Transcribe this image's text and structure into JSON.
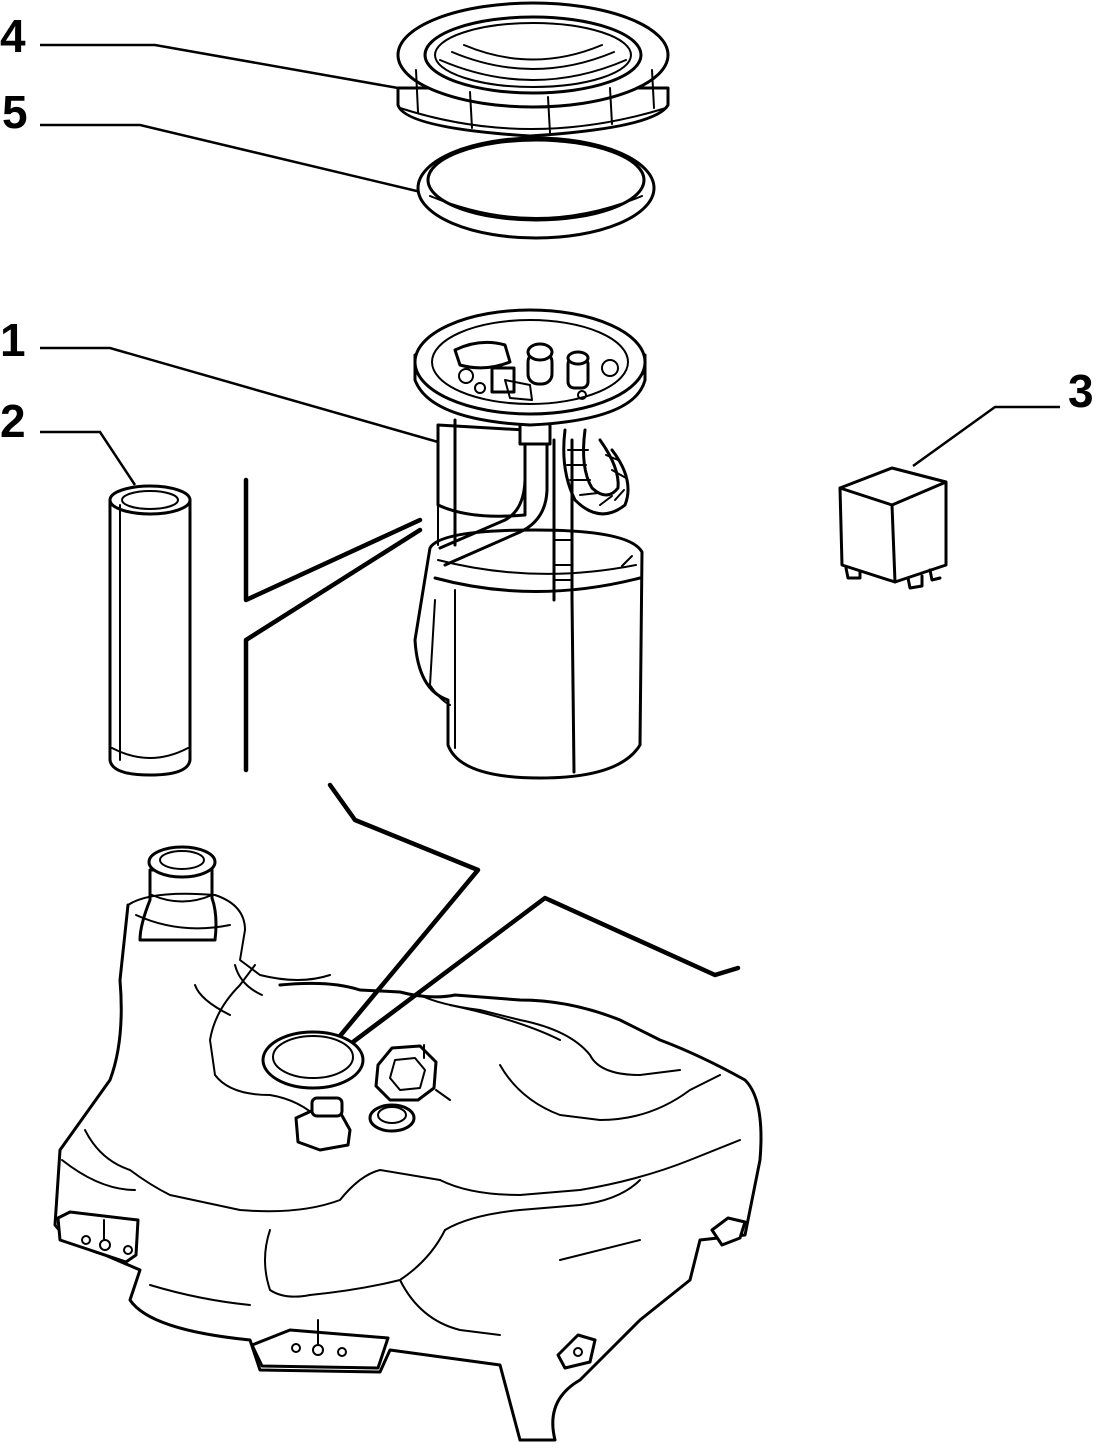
{
  "callouts": [
    {
      "id": "1",
      "label": "1"
    },
    {
      "id": "2",
      "label": "2"
    },
    {
      "id": "3",
      "label": "3"
    },
    {
      "id": "4",
      "label": "4"
    },
    {
      "id": "5",
      "label": "5"
    }
  ],
  "parts": {
    "1": "fuel-pump-module",
    "2": "tube",
    "3": "relay",
    "4": "ring-nut",
    "5": "seal-ring"
  },
  "colors": {
    "line": "#000000",
    "background": "#ffffff"
  }
}
